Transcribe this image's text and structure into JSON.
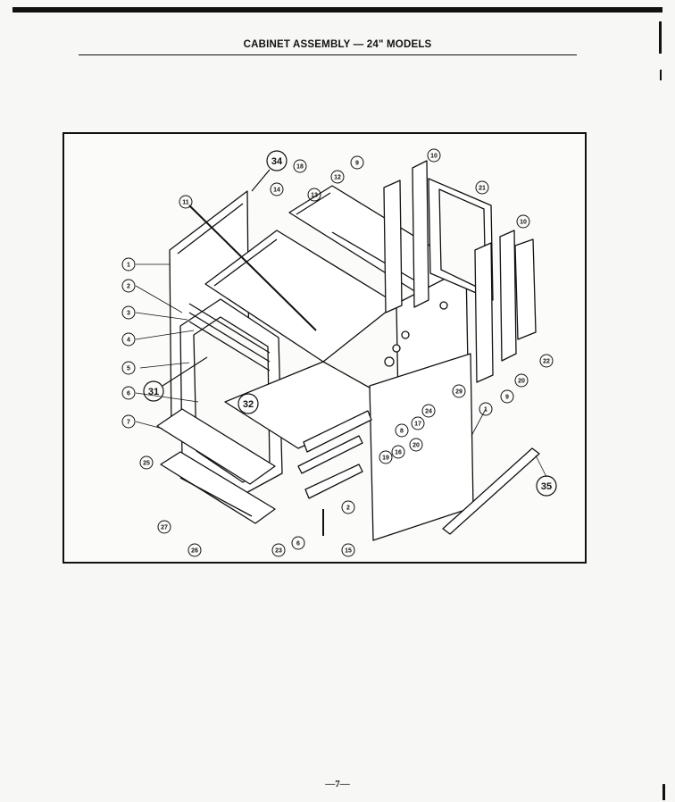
{
  "page": {
    "title": "CABINET ASSEMBLY — 24\" MODELS",
    "page_number": "—7—"
  },
  "diagram": {
    "callouts": [
      {
        "id": "c1a",
        "label": "1"
      },
      {
        "id": "c2a",
        "label": "2"
      },
      {
        "id": "c3",
        "label": "3"
      },
      {
        "id": "c4",
        "label": "4"
      },
      {
        "id": "c5",
        "label": "5"
      },
      {
        "id": "c6a",
        "label": "6"
      },
      {
        "id": "c7",
        "label": "7"
      },
      {
        "id": "c25",
        "label": "25"
      },
      {
        "id": "c27",
        "label": "27"
      },
      {
        "id": "c26",
        "label": "26"
      },
      {
        "id": "c23",
        "label": "23"
      },
      {
        "id": "c6b",
        "label": "6"
      },
      {
        "id": "c15",
        "label": "15"
      },
      {
        "id": "c2b",
        "label": "2"
      },
      {
        "id": "c19",
        "label": "19"
      },
      {
        "id": "c16",
        "label": "16"
      },
      {
        "id": "c8",
        "label": "8"
      },
      {
        "id": "c20",
        "label": "20"
      },
      {
        "id": "c17",
        "label": "17"
      },
      {
        "id": "c24",
        "label": "24"
      },
      {
        "id": "c29",
        "label": "29"
      },
      {
        "id": "c1b",
        "label": "1"
      },
      {
        "id": "c9a",
        "label": "9"
      },
      {
        "id": "c20b",
        "label": "20"
      },
      {
        "id": "c22",
        "label": "22"
      },
      {
        "id": "c10a",
        "label": "10"
      },
      {
        "id": "c21",
        "label": "21"
      },
      {
        "id": "c10b",
        "label": "10"
      },
      {
        "id": "c9b",
        "label": "9"
      },
      {
        "id": "c12",
        "label": "12"
      },
      {
        "id": "c13",
        "label": "13"
      },
      {
        "id": "c14",
        "label": "14"
      },
      {
        "id": "c18",
        "label": "18"
      },
      {
        "id": "c11",
        "label": "11"
      },
      {
        "id": "c34",
        "label": "34"
      },
      {
        "id": "c31",
        "label": "31"
      },
      {
        "id": "c32",
        "label": "32"
      },
      {
        "id": "c35",
        "label": "35"
      }
    ]
  }
}
